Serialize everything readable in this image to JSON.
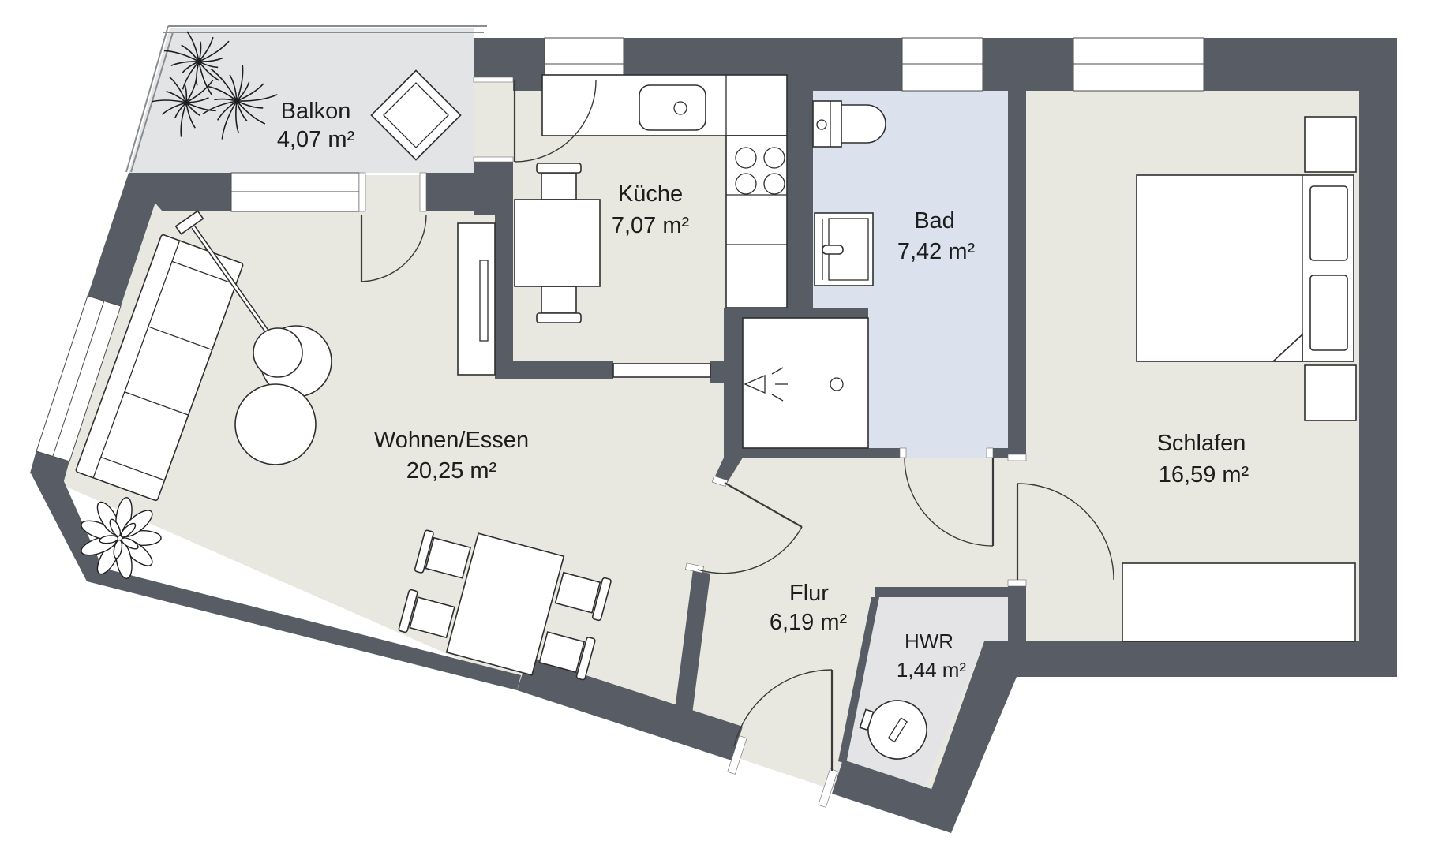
{
  "plan": {
    "type": "apartment-floor-plan",
    "language": "de",
    "rooms": [
      {
        "id": "balkon",
        "name": "Balkon",
        "area": "4,07 m²"
      },
      {
        "id": "kueche",
        "name": "Küche",
        "area": "7,07 m²"
      },
      {
        "id": "bad",
        "name": "Bad",
        "area": "7,42 m²"
      },
      {
        "id": "schlafen",
        "name": "Schlafen",
        "area": "16,59 m²"
      },
      {
        "id": "wohnen",
        "name": "Wohnen/Essen",
        "area": "20,25 m²"
      },
      {
        "id": "flur",
        "name": "Flur",
        "area": "6,19 m²"
      },
      {
        "id": "hwr",
        "name": "HWR",
        "area": "1,44 m²"
      }
    ],
    "symbols": [
      "balcony-plant-icon",
      "balcony-table-icon",
      "sofa",
      "arc-floor-lamp",
      "side-table",
      "coffee-table",
      "floor-plant-icon",
      "dining-table",
      "dining-chair",
      "kitchen-counter",
      "kitchen-sink-icon",
      "stove-icon",
      "kitchen-table",
      "sideboard",
      "toilet-icon",
      "washbasin-icon",
      "shower-icon",
      "bed",
      "pillow",
      "nightstand",
      "dresser",
      "washing-machine-icon"
    ],
    "colors": {
      "wall": "#585d65",
      "room_floor": "#e9e8e0",
      "balcony_floor": "#e3e4e6",
      "bath_floor": "#dbe2ee",
      "utility_floor": "#e4e4e7",
      "background": "#ffffff",
      "furniture_fill": "#ffffff",
      "line": "#2e2e2e"
    }
  }
}
